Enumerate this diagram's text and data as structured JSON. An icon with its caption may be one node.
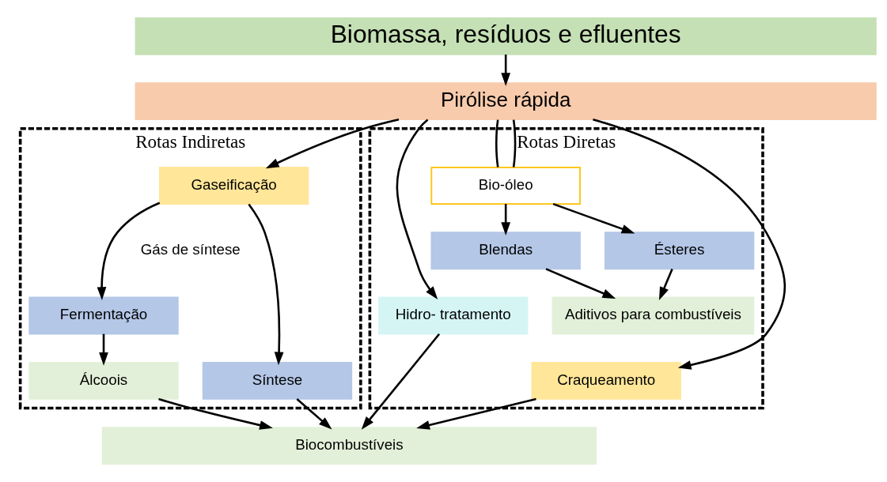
{
  "diagram": {
    "nodes": [
      {
        "text": [
          "Rotas Indiretas"
        ]
      },
      {
        "text": [
          "Rotas Diretas"
        ]
      },
      {
        "text": [
          "Biomassa, resíduos e efluentes"
        ]
      },
      {
        "text": [
          "Pirólise rápida"
        ]
      },
      {
        "text": [
          "Gaseificação"
        ],
        "in": 0
      },
      {
        "text": [
          "Craqueamento"
        ],
        "in": 1
      },
      {
        "text": [
          "Bio-óleo"
        ],
        "in": 1
      },
      {
        "text": [
          "Blendas"
        ],
        "in": 1
      },
      {
        "text": [
          "Fermentação"
        ],
        "in": 0
      },
      {
        "text": [
          "Síntese"
        ],
        "in": 0
      },
      {
        "text": [
          "Ésteres"
        ],
        "in": 1
      },
      {
        "text": [
          "Álcoois"
        ],
        "in": 0
      },
      {
        "text": [
          "Hidro- tratamento"
        ],
        "in": 1
      },
      {
        "text": [
          "Aditivos para combustíveis"
        ],
        "in": 1
      },
      {
        "text": [
          "Biocombustíveis"
        ]
      }
    ],
    "edges": [
      {
        "from": 2,
        "to": 3,
        "arrow": "to"
      },
      {
        "from": 3,
        "to": 4,
        "arrow": "to"
      },
      {
        "from": 3,
        "to": 5,
        "arrow": "to"
      },
      {
        "from": 3,
        "to": 12,
        "arrow": "to"
      },
      {
        "from": 3,
        "to": 6,
        "arrow": "none"
      },
      {
        "from": 3,
        "to": 6,
        "arrow": "none"
      },
      {
        "from": 6,
        "to": 7,
        "arrow": "to"
      },
      {
        "from": 6,
        "to": 10,
        "arrow": "to"
      },
      {
        "from": 4,
        "to": 8,
        "arrow": "to"
      },
      {
        "from": 4,
        "to": 9,
        "arrow": "to"
      },
      {
        "from": 8,
        "to": 11,
        "arrow": "to"
      },
      {
        "from": 11,
        "to": 14,
        "arrow": "to"
      },
      {
        "from": 9,
        "to": 14,
        "arrow": "to"
      },
      {
        "from": 5,
        "to": 14,
        "arrow": "to"
      },
      {
        "from": 12,
        "to": 14,
        "arrow": "to"
      },
      {
        "from": 7,
        "to": 13,
        "arrow": "to"
      },
      {
        "from": 10,
        "to": 13,
        "arrow": "to"
      }
    ],
    "labels": [
      "Gás de síntese"
    ]
  }
}
